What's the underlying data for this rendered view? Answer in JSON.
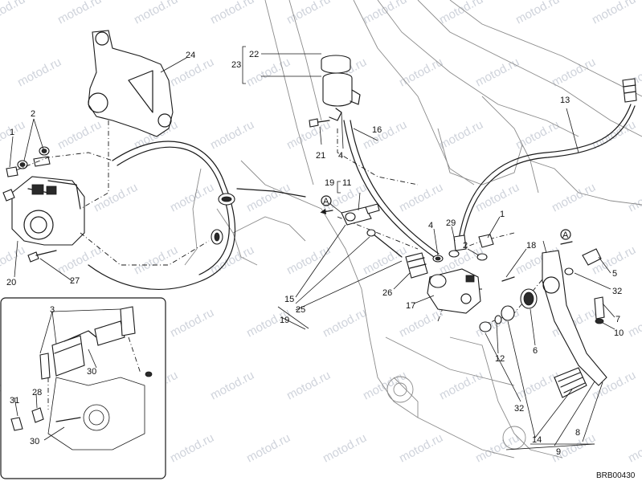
{
  "watermark": "motod.ru",
  "drawing_code": "BRB00430",
  "marker": "A",
  "group_labels": {
    "g19": "19",
    "g23": "23",
    "g9": "9"
  },
  "callouts": [
    "1",
    "2",
    "3",
    "4",
    "5",
    "6",
    "7",
    "8",
    "9",
    "10",
    "11",
    "12",
    "13",
    "14",
    "15",
    "16",
    "17",
    "18",
    "19",
    "20",
    "21",
    "22",
    "23",
    "24",
    "25",
    "26",
    "27",
    "28",
    "29",
    "30",
    "31",
    "32"
  ]
}
